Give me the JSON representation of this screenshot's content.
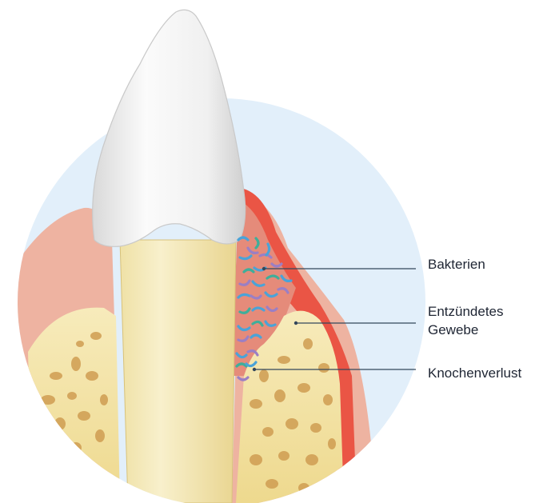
{
  "labels": {
    "bacteria": "Bakterien",
    "inflamed_line1": "Entzündetes",
    "inflamed_line2": "Gewebe",
    "bone_loss": "Knochenverlust"
  },
  "colors": {
    "background_circle": "#e2effa",
    "gum": "#eeb3a1",
    "inflamed_gum": "#ea5545",
    "bone": "#f3e3a4",
    "bone_pores": "#cf9d52",
    "root": "#f5ebbd",
    "crown": "#f4f4f4",
    "callout_line": "#33475b",
    "label_text": "#1e2533",
    "bacteria_blue": "#4aa3d8",
    "bacteria_purple": "#9b7fc4",
    "bacteria_green": "#3fae9a"
  }
}
